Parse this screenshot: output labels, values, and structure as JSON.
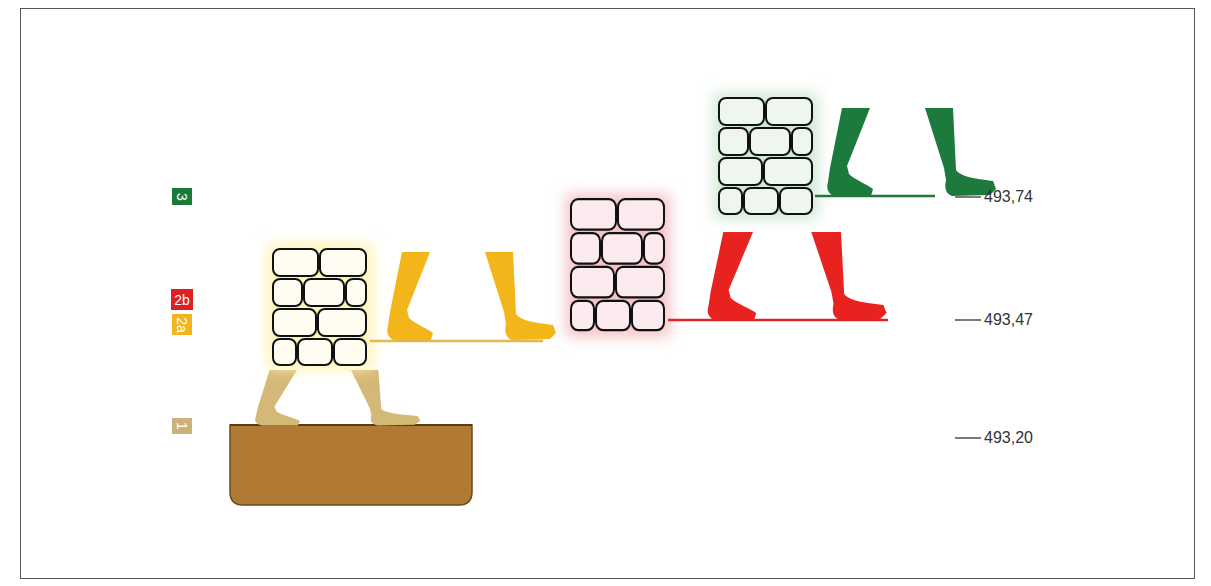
{
  "diagram": {
    "nodes": [
      {
        "text": [
          "3"
        ]
      },
      {
        "text": [
          "2b"
        ]
      },
      {
        "text": [
          "2a"
        ]
      },
      {
        "text": [
          "1"
        ]
      }
    ],
    "labels": [
      "493,74",
      "493,47",
      "493,20"
    ]
  }
}
